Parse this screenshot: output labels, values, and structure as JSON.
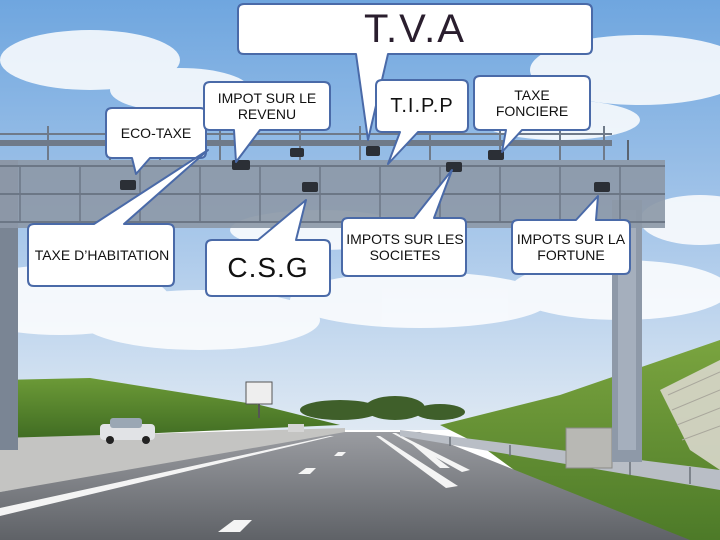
{
  "bubbles": {
    "tva": "T.V.A",
    "eco_taxe": "ECO-TAXE",
    "impot_revenu": "IMPOT SUR LE REVENU",
    "tipp": "T.I.P.P",
    "taxe_fonciere": "TAXE FONCIERE",
    "taxe_habitation": "TAXE D’HABITATION",
    "csg": "C.S.G",
    "impots_societes": "IMPOTS SUR LES SOCIETES",
    "impots_fortune": "IMPOTS SUR LA FORTUNE"
  },
  "colors": {
    "sky_top": "#6fa6df",
    "sky_bottom": "#d7e6f4",
    "gantry": "#8d99a8",
    "grass": "#5e8a30",
    "road": "#7d8086",
    "bubble_fill": "#ffffff",
    "bubble_stroke": "#4a6aa8"
  }
}
